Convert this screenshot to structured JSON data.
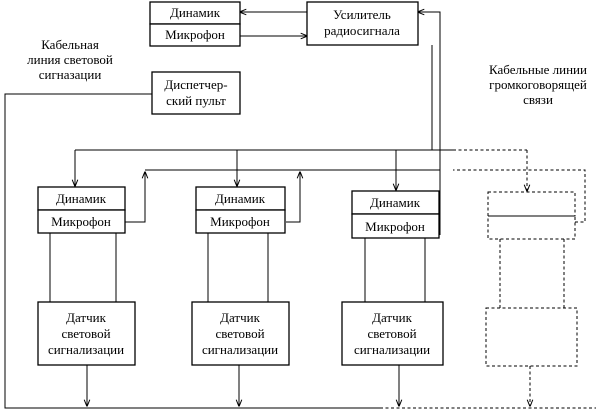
{
  "top_unit": {
    "speaker": "Динамик",
    "microphone": "Микрофон",
    "amplifier": [
      "Усилитель",
      "радиосигнала"
    ]
  },
  "dispatcher": [
    "Диспетчер-",
    "ский пульт"
  ],
  "caption_light_line": [
    "Кабельная",
    "линия световой",
    "сигназации"
  ],
  "caption_speaker_lines": [
    "Кабельные линии",
    "громкоговорящей",
    "связи"
  ],
  "stations": [
    {
      "speaker": "Динамик",
      "microphone": "Микрофон",
      "sensor": [
        "Датчик",
        "световой",
        "сигнализации"
      ]
    },
    {
      "speaker": "Динамик",
      "microphone": "Микрофон",
      "sensor": [
        "Датчик",
        "световой",
        "сигнализации"
      ]
    },
    {
      "speaker": "Динамик",
      "microphone": "Микрофон",
      "sensor": [
        "Датчик",
        "световой",
        "сигнализации"
      ]
    }
  ]
}
